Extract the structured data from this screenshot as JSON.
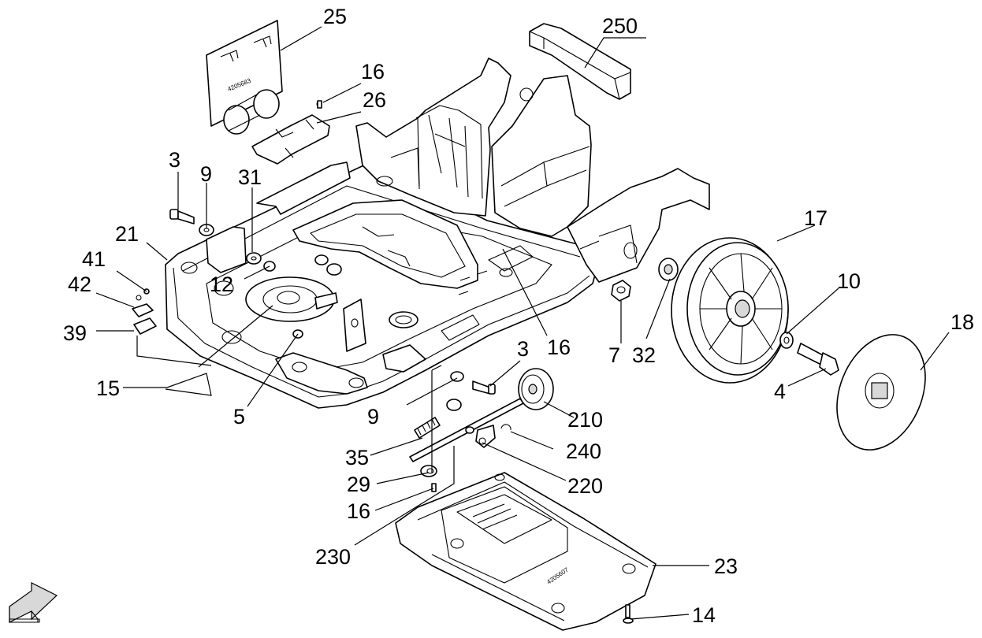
{
  "diagram": {
    "callouts": [
      {
        "id": "c250",
        "label": "250"
      },
      {
        "id": "c25",
        "label": "25"
      },
      {
        "id": "c16a",
        "label": "16"
      },
      {
        "id": "c26",
        "label": "26"
      },
      {
        "id": "c3a",
        "label": "3"
      },
      {
        "id": "c9a",
        "label": "9"
      },
      {
        "id": "c31",
        "label": "31"
      },
      {
        "id": "c21",
        "label": "21"
      },
      {
        "id": "c41",
        "label": "41"
      },
      {
        "id": "c42",
        "label": "42"
      },
      {
        "id": "c12",
        "label": "12"
      },
      {
        "id": "c39",
        "label": "39"
      },
      {
        "id": "c15",
        "label": "15"
      },
      {
        "id": "c5",
        "label": "5"
      },
      {
        "id": "c17",
        "label": "17"
      },
      {
        "id": "c10",
        "label": "10"
      },
      {
        "id": "c18",
        "label": "18"
      },
      {
        "id": "c16b",
        "label": "16"
      },
      {
        "id": "c7",
        "label": "7"
      },
      {
        "id": "c32",
        "label": "32"
      },
      {
        "id": "c3b",
        "label": "3"
      },
      {
        "id": "c4",
        "label": "4"
      },
      {
        "id": "c9b",
        "label": "9"
      },
      {
        "id": "c210",
        "label": "210"
      },
      {
        "id": "c35",
        "label": "35"
      },
      {
        "id": "c240",
        "label": "240"
      },
      {
        "id": "c29",
        "label": "29"
      },
      {
        "id": "c220",
        "label": "220"
      },
      {
        "id": "c16c",
        "label": "16"
      },
      {
        "id": "c230",
        "label": "230"
      },
      {
        "id": "c23",
        "label": "23"
      },
      {
        "id": "c14",
        "label": "14"
      }
    ],
    "part_stamps": {
      "plate_25_stamp": "4205683",
      "tray_23_stamp": "4205607"
    }
  }
}
